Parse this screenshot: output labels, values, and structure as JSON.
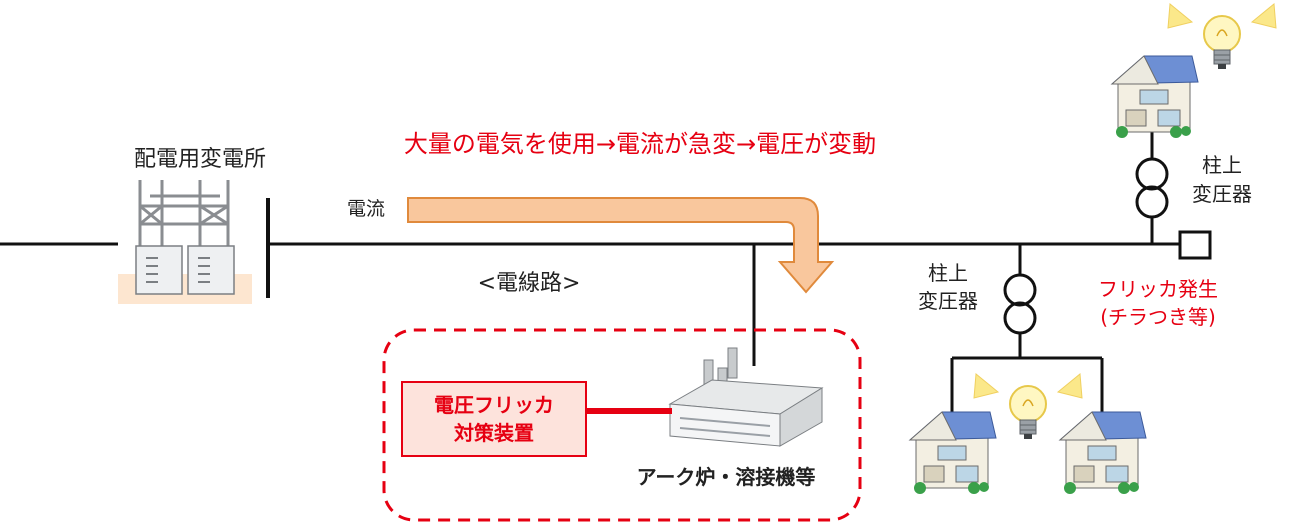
{
  "substation": {
    "label": "配電用変電所"
  },
  "headline": "大量の電気を使用→電流が急変→電圧が変動",
  "current_label": "電流",
  "line_label": "<電線路>",
  "pole_transformer_right": {
    "line1": "柱上",
    "line2": "変圧器"
  },
  "pole_transformer_mid": {
    "line1": "柱上",
    "line2": "変圧器"
  },
  "flicker": {
    "line1": "フリッカ発生",
    "line2": "(チラつき等)"
  },
  "countermeasure": {
    "line1": "電圧フリッカ",
    "line2": "対策装置"
  },
  "factory_label": "アーク炉・溶接機等",
  "colors": {
    "accent_red": "#e60012",
    "countermeasure_fill": "#fde3dc",
    "arrow_fill": "#f9c79d",
    "arrow_stroke": "#e08a3c",
    "line": "#111111"
  }
}
